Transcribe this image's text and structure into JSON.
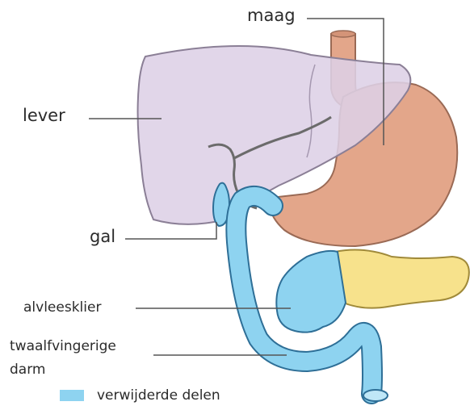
{
  "labels": {
    "stomach": "maag",
    "liver": "lever",
    "gallbladder": "gal",
    "pancreas": "alvleesklier",
    "duodenum_line1": "twaalfvingerige",
    "duodenum_line2": "darm"
  },
  "legend": {
    "removed": "verwijderde delen"
  },
  "colors": {
    "liver": "#ddd0e6",
    "liver_outline": "#8b7f96",
    "stomach": "#e3a68a",
    "stomach_outline": "#9a6a55",
    "removed_parts": "#8ed3f0",
    "removed_outline": "#2e6f97",
    "pancreas_tail": "#f7e28c",
    "pancreas_tail_outline": "#a08a3a",
    "leader_lines": "#555555"
  }
}
